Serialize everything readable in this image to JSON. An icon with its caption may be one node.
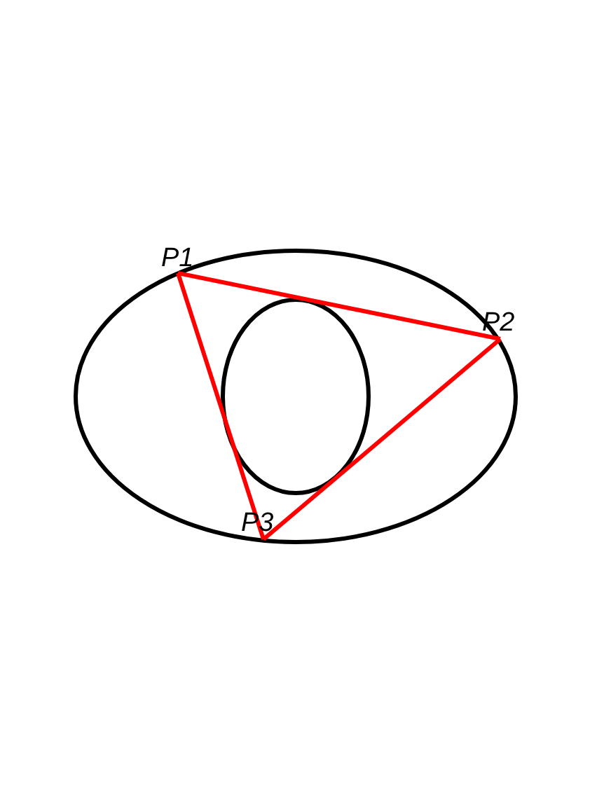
{
  "diagram": {
    "nodes": [
      {
        "text": [
          "P1"
        ]
      },
      {
        "text": [
          "P2"
        ]
      },
      {
        "text": [
          "P3"
        ]
      }
    ],
    "edges": [
      {
        "from": 0,
        "to": 1,
        "arrow": "none"
      },
      {
        "from": 1,
        "to": 2,
        "arrow": "none"
      },
      {
        "from": 2,
        "to": 0,
        "arrow": "none"
      }
    ]
  }
}
